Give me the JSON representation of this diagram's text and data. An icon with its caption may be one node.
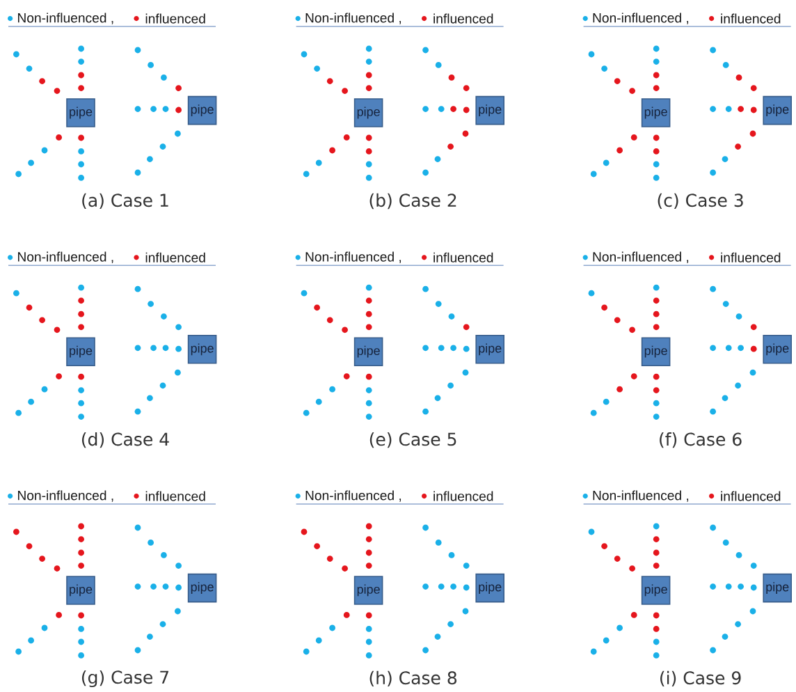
{
  "diagram": {
    "nodes": [
      {
        "text": [
          "pipe"
        ]
      },
      {
        "text": [
          "pipe"
        ]
      },
      {
        "text": [
          "pipe"
        ]
      },
      {
        "text": [
          "pipe"
        ]
      },
      {
        "text": [
          "pipe"
        ]
      },
      {
        "text": [
          "pipe"
        ]
      },
      {
        "text": [
          "pipe"
        ]
      },
      {
        "text": [
          "pipe"
        ]
      },
      {
        "text": [
          "pipe"
        ]
      },
      {
        "text": [
          "pipe"
        ]
      },
      {
        "text": [
          "pipe"
        ]
      },
      {
        "text": [
          "pipe"
        ]
      },
      {
        "text": [
          "pipe"
        ]
      },
      {
        "text": [
          "pipe"
        ]
      },
      {
        "text": [
          "pipe"
        ]
      },
      {
        "text": [
          "pipe"
        ]
      },
      {
        "text": [
          "pipe"
        ]
      },
      {
        "text": [
          "pipe"
        ]
      }
    ],
    "labels": [
      "(a) Case 1",
      "(b) Case 2",
      "(c) Case 3",
      "(d) Case 4",
      "(e) Case 5",
      "(f) Case 6",
      "(g) Case 7",
      "(h) Case 8",
      "(i) Case 9"
    ],
    "legend": [
      {
        "text": "Non-influenced ,",
        "color": "#1ab0e8"
      },
      {
        "text": "influenced",
        "color": "#e5161d"
      },
      {
        "text": "Non-influenced ,",
        "color": "#1ab0e8"
      },
      {
        "text": "influenced",
        "color": "#e5161d"
      },
      {
        "text": "Non-influenced ,",
        "color": "#1ab0e8"
      },
      {
        "text": "influenced",
        "color": "#e5161d"
      },
      {
        "text": "Non-influenced ,",
        "color": "#1ab0e8"
      },
      {
        "text": "influenced",
        "color": "#e5161d"
      },
      {
        "text": "Non-influenced ,",
        "color": "#1ab0e8"
      },
      {
        "text": "influenced",
        "color": "#e5161d"
      },
      {
        "text": "Non-influenced ,",
        "color": "#1ab0e8"
      },
      {
        "text": "influenced",
        "color": "#e5161d"
      },
      {
        "text": "Non-influenced ,",
        "color": "#1ab0e8"
      },
      {
        "text": "influenced",
        "color": "#e5161d"
      },
      {
        "text": "Non-influenced ,",
        "color": "#1ab0e8"
      },
      {
        "text": "influenced",
        "color": "#e5161d"
      },
      {
        "text": "Non-influenced ,",
        "color": "#1ab0e8"
      },
      {
        "text": "influenced",
        "color": "#e5161d"
      }
    ]
  }
}
